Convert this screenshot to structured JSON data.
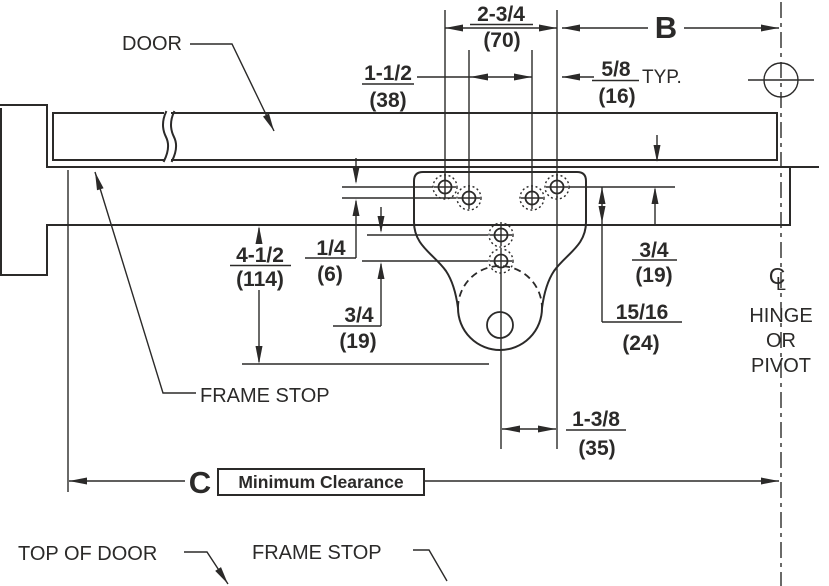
{
  "colors": {
    "ink": "#2b2a29",
    "paper": "#ffffff"
  },
  "labels": {
    "door": "DOOR",
    "frame_stop_upper": "FRAME STOP",
    "frame_stop_lower": "FRAME STOP",
    "top_of_door": "TOP OF DOOR",
    "hinge_or_pivot": [
      "HINGE",
      "OR",
      "PIVOT"
    ],
    "centerline_symbol_c": "C",
    "centerline_symbol_l": "L",
    "typ": "TYP."
  },
  "dimensions": {
    "b_label": "B",
    "c_label": "C",
    "c_note": "Minimum Clearance",
    "top_span": {
      "in": "2-3/4",
      "mm": "(70)"
    },
    "inner_span": {
      "in": "1-1/2",
      "mm": "(38)"
    },
    "edge_offset": {
      "in": "5/8",
      "mm": "(16)"
    },
    "frame_height": {
      "in": "4-1/2",
      "mm": "(114)"
    },
    "row_offset": {
      "in": "1/4",
      "mm": "(6)"
    },
    "mid_hole_offset": {
      "in": "3/4",
      "mm": "(19)"
    },
    "door_edge_offset": {
      "in": "3/4",
      "mm": "(19)"
    },
    "stop_offset": {
      "in": "15/16",
      "mm": "(24)"
    },
    "pivot_offset": {
      "in": "1-3/8",
      "mm": "(35)"
    }
  }
}
